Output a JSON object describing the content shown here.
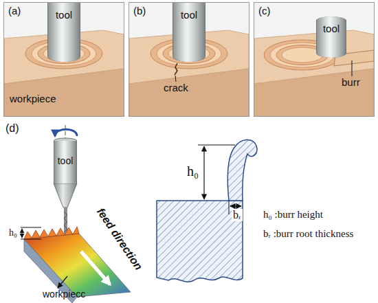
{
  "diagram": {
    "nodes": [
      {
        "text": [
          "(a)"
        ]
      },
      {
        "text": [
          "tool"
        ],
        "in": 0
      },
      {
        "text": [
          "(b)"
        ]
      },
      {
        "text": [
          "tool"
        ],
        "in": 2
      },
      {
        "text": [
          "(c)"
        ]
      },
      {
        "text": [
          "tool"
        ],
        "in": 4
      },
      {
        "text": [
          "tool"
        ]
      }
    ],
    "labels": [
      "workpiece",
      "crack",
      "burr",
      "(d)",
      "h₀",
      "feed direction",
      "workpiecc",
      "h₀",
      "bᵣ",
      "h₀ :burr height",
      "bᵣ :burr root thickness"
    ]
  }
}
